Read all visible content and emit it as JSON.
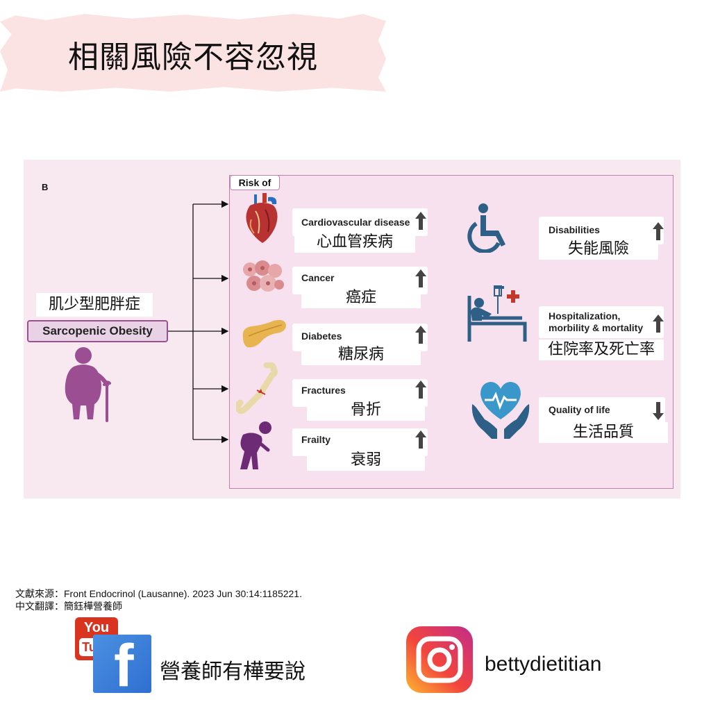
{
  "title": "相關風險不容忽視",
  "figure": {
    "panel_letter": "B",
    "risk_tag": "Risk of",
    "main_zh": "肌少型肥胖症",
    "main_en": "Sarcopenic Obesity",
    "left_risks": [
      {
        "en": "Cardiovascular disease",
        "zh": "心血管疾病",
        "trend": "up",
        "icon": "heart-icon"
      },
      {
        "en": "Cancer",
        "zh": "癌症",
        "trend": "up",
        "icon": "cancer-cells-icon"
      },
      {
        "en": "Diabetes",
        "zh": "糖尿病",
        "trend": "up",
        "icon": "pancreas-icon"
      },
      {
        "en": "Fractures",
        "zh": "骨折",
        "trend": "up",
        "icon": "fractured-bone-icon"
      },
      {
        "en": "Frailty",
        "zh": "衰弱",
        "trend": "up",
        "icon": "frail-person-icon"
      }
    ],
    "right_risks": [
      {
        "en": "Disabilities",
        "zh": "失能風險",
        "trend": "up",
        "icon": "wheelchair-icon"
      },
      {
        "en": "Hospitalization,\nmorbility & mortality",
        "en_line1": "Hospitalization,",
        "en_line2": "morbility & mortality",
        "zh": "住院率及死亡率",
        "trend": "up",
        "icon": "hospital-bed-icon"
      },
      {
        "en": "Quality of life",
        "zh": "生活品質",
        "trend": "down",
        "icon": "heart-hands-icon"
      }
    ]
  },
  "source": {
    "reference": "文獻來源：Front Endocrinol (Lausanne). 2023 Jun 30:14:1185221.",
    "translator": "中文翻譯：簡鈺樺營養師"
  },
  "social": {
    "youtube_text_top": "You",
    "youtube_text_bottom": "Tube",
    "facebook_letter": "f",
    "brand_name": "營養師有樺要說",
    "instagram_handle": "bettydietitian"
  },
  "colors": {
    "banner": "#fbe3e3",
    "figure_bg": "#f8e9f1",
    "risk_box_bg": "#f7e1ee",
    "risk_border": "#c07fae",
    "purple": "#9b4f92",
    "icon_blue": "#2e5f86",
    "arrow_gray": "#444444"
  }
}
